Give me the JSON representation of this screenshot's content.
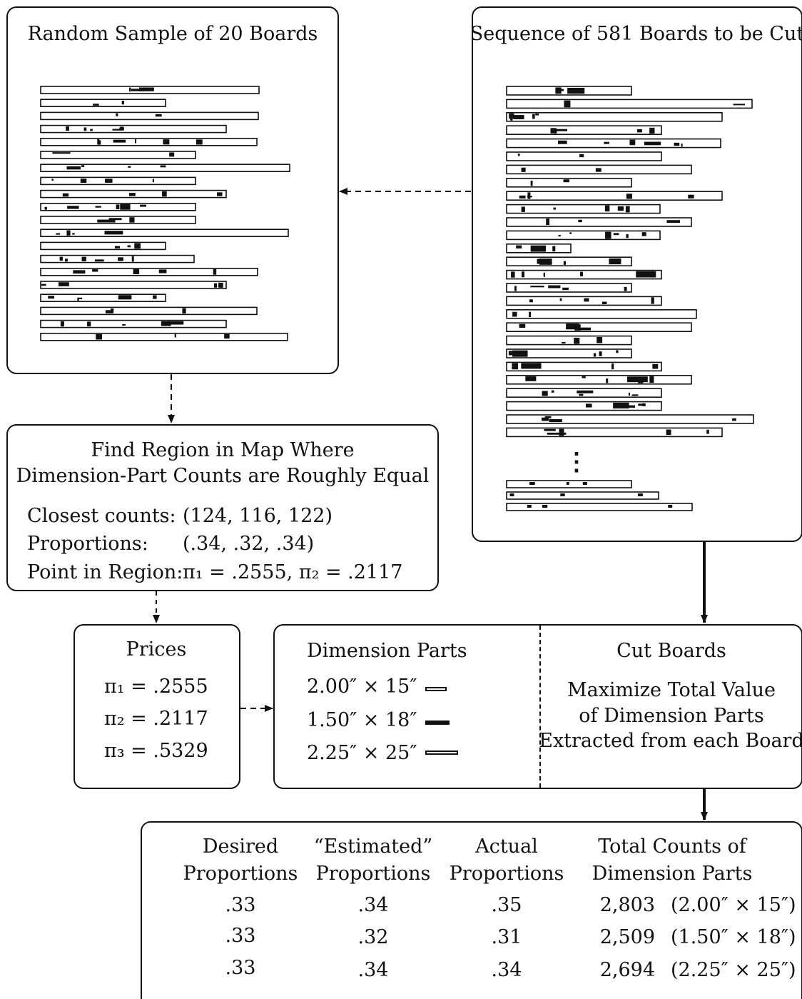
{
  "sample_box": {
    "title": "Random Sample of 20 Boards"
  },
  "sequence_box": {
    "title": "Sequence of 581 Boards to be Cut",
    "ellipsis": "⋮"
  },
  "region_box": {
    "title_line1": "Find Region in Map Where",
    "title_line2": "Dimension-Part Counts are Roughly Equal",
    "closest_label": "Closest counts:",
    "closest_value": "(124, 116, 122)",
    "proportions_label": "Proportions:",
    "proportions_value": "(.34, .32, .34)",
    "point_label": "Point in Region:",
    "point_value": "π₁ = .2555, π₂ = .2117"
  },
  "prices_box": {
    "title": "Prices",
    "items": [
      "π₁ = .2555",
      "π₂ = .2117",
      "π₃ = .5329"
    ]
  },
  "parts_box": {
    "title": "Dimension Parts",
    "items": [
      "2.00″ × 15″",
      "1.50″ × 18″",
      "2.25″ × 25″"
    ]
  },
  "cut_box": {
    "title": "Cut Boards",
    "line1": "Maximize Total Value",
    "line2": "of Dimension Parts",
    "line3": "Extracted from each Board"
  },
  "results": {
    "headers": [
      [
        "Desired",
        "Proportions"
      ],
      [
        "“Estimated”",
        "Proportions"
      ],
      [
        "Actual",
        "Proportions"
      ],
      [
        "Total Counts of",
        "Dimension Parts"
      ]
    ],
    "rows": [
      {
        "desired": ".33",
        "estimated": ".34",
        "actual": ".35",
        "count": "2,803",
        "part": "(2.00″ × 15″)"
      },
      {
        "desired": ".33",
        "estimated": ".32",
        "actual": ".31",
        "count": "2,509",
        "part": "(1.50″ × 18″)"
      },
      {
        "desired": ".33",
        "estimated": ".34",
        "actual": ".34",
        "count": "2,694",
        "part": "(2.25″ × 25″)"
      }
    ]
  }
}
